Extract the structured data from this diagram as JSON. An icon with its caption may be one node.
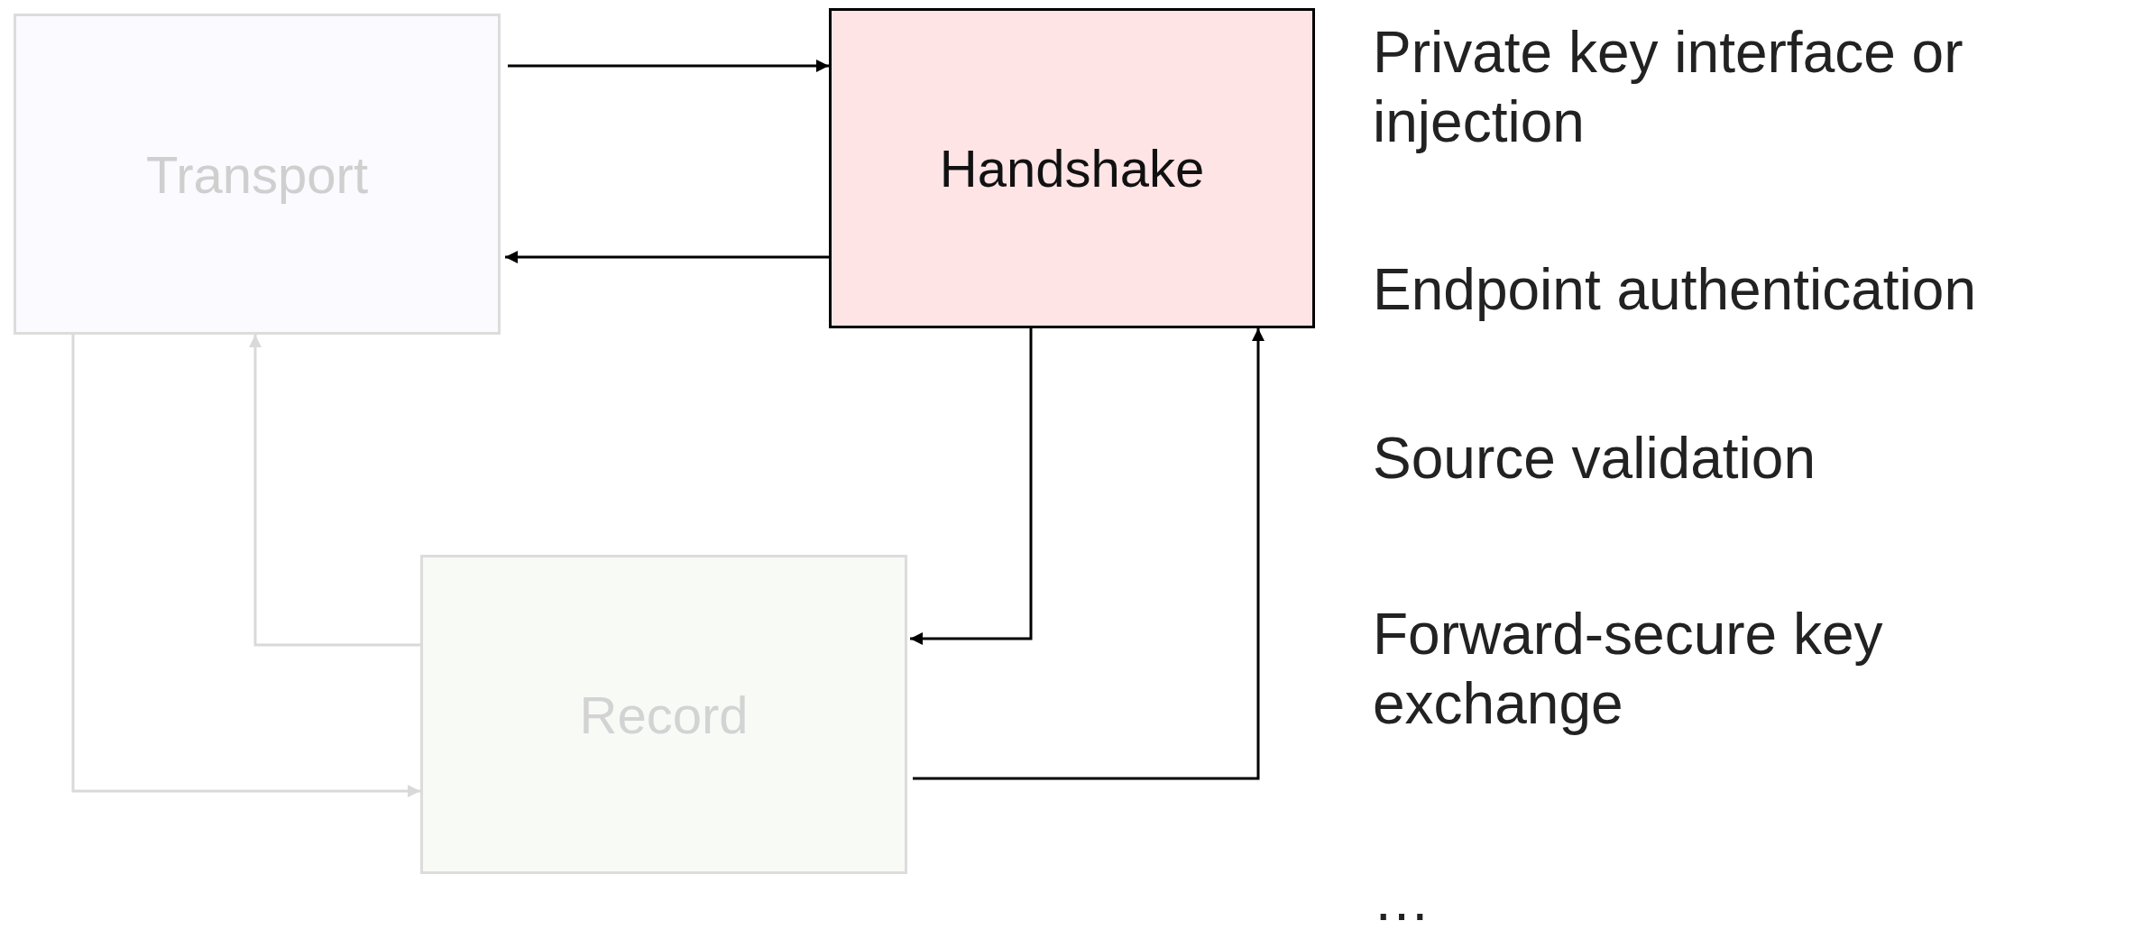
{
  "diagram": {
    "nodes": [
      {
        "text": [
          "Transport"
        ]
      },
      {
        "text": [
          "Handshake"
        ]
      },
      {
        "text": [
          "Record"
        ]
      }
    ],
    "edges": [
      {
        "from": 0,
        "to": 1,
        "arrow": "to"
      },
      {
        "from": 1,
        "to": 0,
        "arrow": "to"
      },
      {
        "from": 1,
        "to": 2,
        "arrow": "to"
      },
      {
        "from": 2,
        "to": 1,
        "arrow": "to"
      },
      {
        "from": 2,
        "to": 0,
        "arrow": "to",
        "color": "#d9d9d9"
      },
      {
        "from": 0,
        "to": 2,
        "arrow": "to",
        "color": "#d9d9d9"
      }
    ],
    "labels": [
      "Private key interface or injection",
      "Endpoint authentication",
      "Source validation",
      "Forward-secure key exchange",
      "…"
    ]
  }
}
